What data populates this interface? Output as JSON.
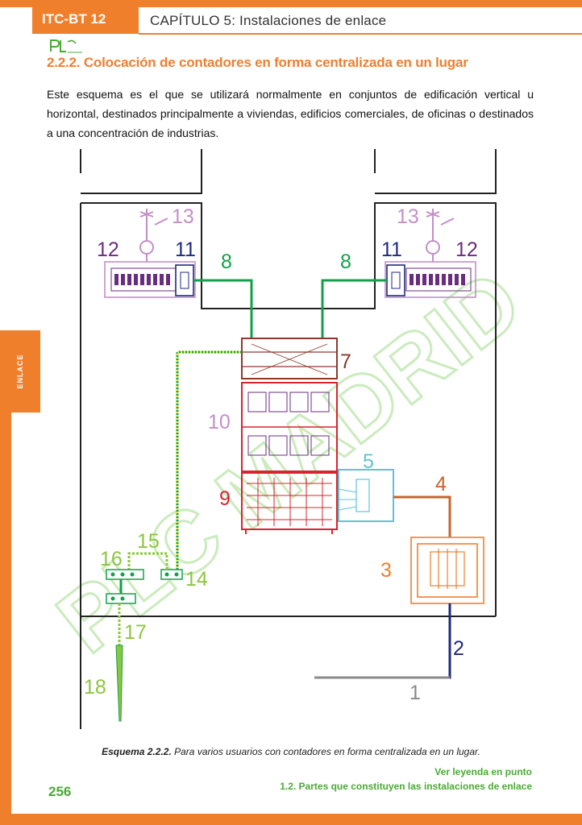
{
  "header": {
    "tab_label": "ITC-BT 12",
    "chapter": "CAPÍTULO 5: Instalaciones de enlace"
  },
  "section": {
    "title": "2.2.2. Colocación de contadores en forma centralizada en un lugar",
    "intro": "Este esquema es el que se utilizará normalmente en conjuntos de edificación vertical u horizontal, destinados principalmente a viviendas, edificios comerciales, de oficinas o destinados a una concentración de industrias."
  },
  "side_tab": "ENLACE",
  "diagram": {
    "labels": {
      "n1": "1",
      "n2": "2",
      "n3": "3",
      "n4": "4",
      "n5": "5",
      "n7": "7",
      "n8_left": "8",
      "n8_right": "8",
      "n9": "9",
      "n10": "10",
      "n11_left": "11",
      "n11_right": "11",
      "n12_left": "12",
      "n12_right": "12",
      "n13_left": "13",
      "n13_right": "13",
      "n14": "14",
      "n15": "15",
      "n16": "16",
      "n17": "17",
      "n18": "18"
    },
    "watermark": "PLC MADRID",
    "colors": {
      "orange": "#f07f2c",
      "green": "#14a04a",
      "red": "#d9232e",
      "purple": "#6a2c7e",
      "lavender": "#c38fc7",
      "cyan": "#5fc3d8",
      "navy": "#1f2a7c",
      "grey": "#8a8a8a",
      "earth": "#8cc63f",
      "copper": "#c8632c",
      "brown": "#8b3a2a",
      "lime": "#c6e9b8"
    }
  },
  "caption": {
    "bold": "Esquema 2.2.2.",
    "text": " Para varios usuarios con contadores en forma centralizada en un lugar."
  },
  "legend_ref": {
    "line1": "Ver leyenda en punto",
    "line2": "1.2. Partes que constituyen las instalaciones de enlace"
  },
  "page_number": "256"
}
